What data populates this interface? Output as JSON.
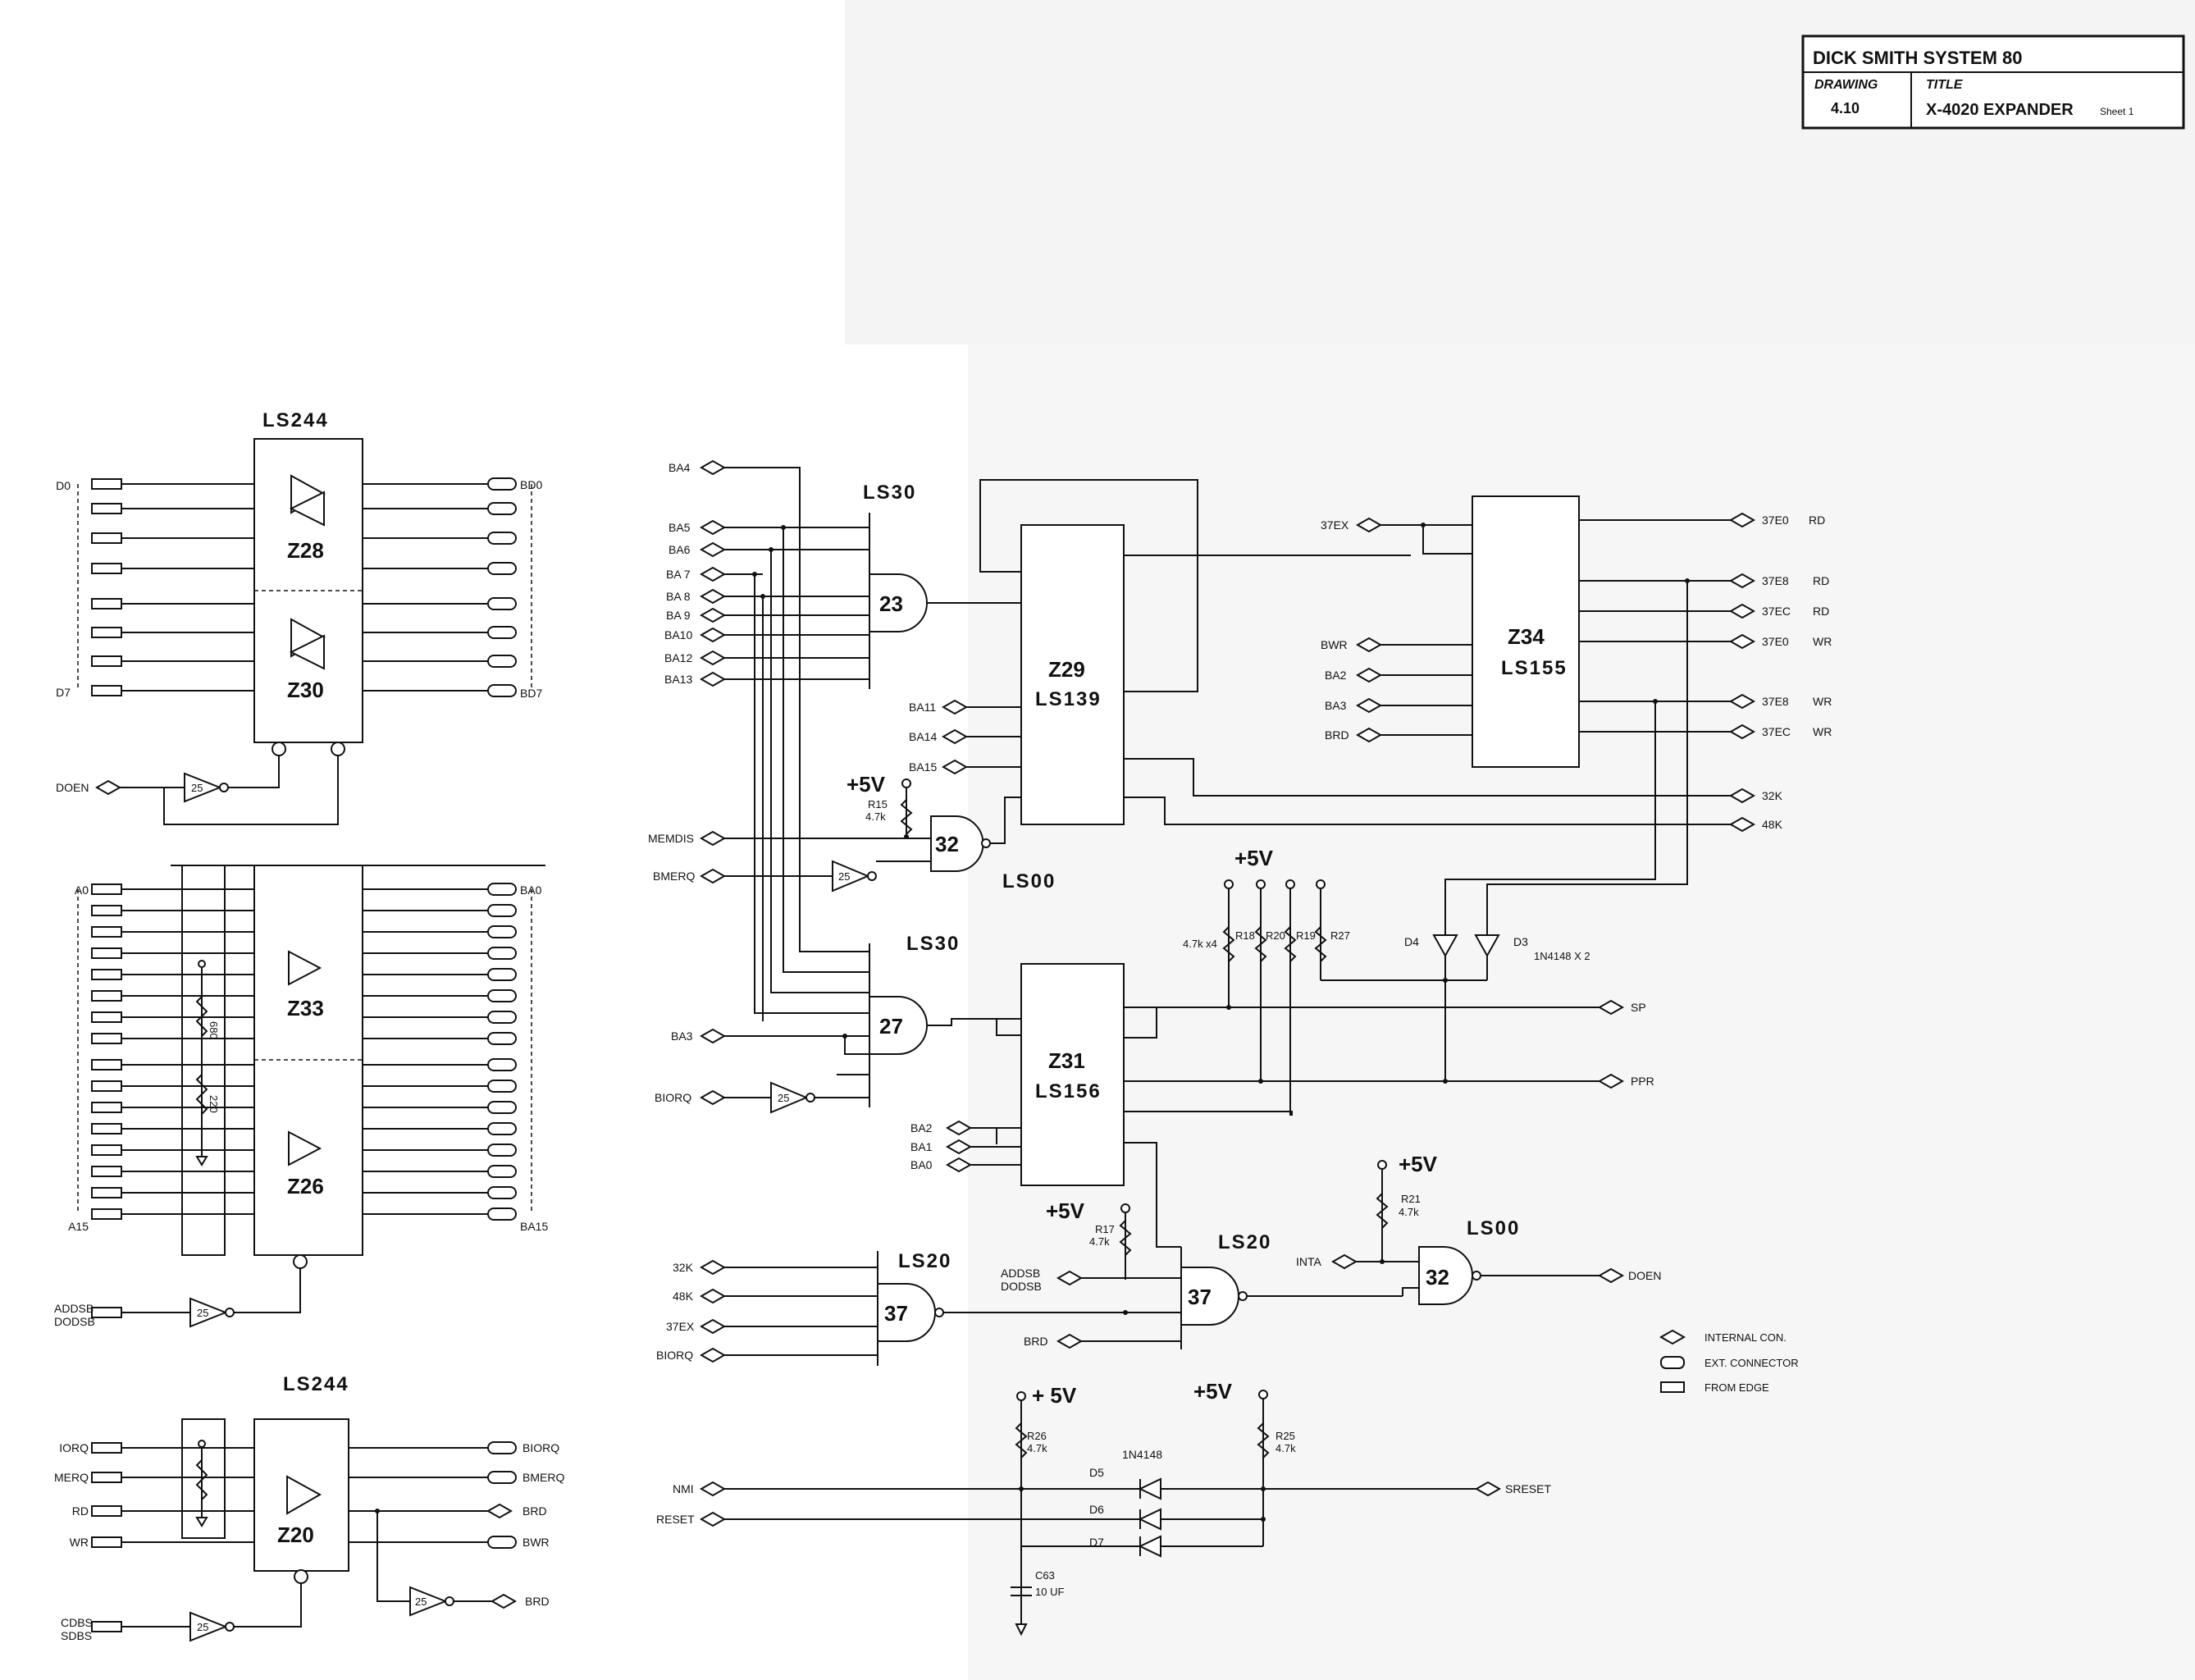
{
  "title_block": {
    "company": "DICK SMITH SYSTEM 80",
    "drawing_label": "DRAWING",
    "drawing_number": "4.10",
    "title_label": "TITLE",
    "title": "X-4020 EXPANDER",
    "sheet": "Sheet 1"
  },
  "blocks": {
    "ls244_top": {
      "type": "LS244",
      "chip_a": "Z28",
      "chip_b": "Z30"
    },
    "ls244_mid": {
      "chip_a": "Z33",
      "chip_b": "Z26"
    },
    "ls244_bottom": {
      "type": "LS244",
      "chip": "Z20"
    },
    "ls30_top": {
      "type": "LS30",
      "gate": "23"
    },
    "ls30_mid": {
      "type": "LS30",
      "gate": "27"
    },
    "ls00_top": {
      "type": "LS00",
      "gate": "32"
    },
    "ls00_right": {
      "type": "LS00",
      "gate": "32"
    },
    "ls20_left": {
      "type": "LS20",
      "gate": "37"
    },
    "ls20_right": {
      "type": "LS20",
      "gate": "37"
    },
    "z29": {
      "name": "Z29",
      "type": "LS139"
    },
    "z31": {
      "name": "Z31",
      "type": "LS156"
    },
    "z34": {
      "name": "Z34",
      "type": "LS155"
    }
  },
  "signals": {
    "top_left_inputs": [
      "D0",
      "D7"
    ],
    "top_right_outputs": [
      "BD0",
      "BD7"
    ],
    "doen": "DOEN",
    "mid_left_inputs": [
      "A0",
      "A15"
    ],
    "mid_right_outputs": [
      "BA0",
      "BA15"
    ],
    "addsb": "ADDSB",
    "dodsb": "DODSB",
    "bottom_left": [
      "IORQ",
      "MERQ",
      "RD",
      "WR"
    ],
    "bottom_right": [
      "BIORQ",
      "BMERQ",
      "BRD",
      "BWR"
    ],
    "cdbs": "CDBS",
    "sdbs": "SDBS",
    "brd_out": "BRD",
    "ba_inputs": [
      "BA4",
      "BA5",
      "BA6",
      "BA 7",
      "BA 8",
      "BA 9",
      "BA10",
      "BA12",
      "BA13"
    ],
    "z29_inputs": [
      "BA11",
      "BA14",
      "BA15"
    ],
    "memdis": "MEMDIS",
    "bmerq": "BMERQ",
    "ba3": "BA3",
    "biorq": "BIORQ",
    "z31_inputs": [
      "BA2",
      "BA1",
      "BA0"
    ],
    "z34_inputs": [
      "37EX",
      "BWR",
      "BA2",
      "BA3",
      "BRD"
    ],
    "z34_outputs": [
      "37E0",
      "37E8",
      "37EC",
      "37E0",
      "37E8",
      "37EC"
    ],
    "z34_output_modes": [
      "RD",
      "RD",
      "RD",
      "WR",
      "WR",
      "WR"
    ],
    "k_outputs": [
      "32K",
      "48K"
    ],
    "sp": "SP",
    "ppr": "PPR",
    "ls20_inputs": [
      "32K",
      "48K",
      "37EX",
      "BIORQ"
    ],
    "addsb_b": "ADDSB",
    "dodsb_b": "DODSB",
    "brd_b": "BRD",
    "inta": "INTA",
    "doen_out": "DOEN",
    "nmi": "NMI",
    "reset": "RESET",
    "sreset": "SRESET",
    "plus5v": "+5V",
    "plus5v_spaced": "+ 5V"
  },
  "components": {
    "r15": "R15",
    "r15_val": "4.7k",
    "r680": "680",
    "r220": "220",
    "r_pack": "4.7k x4",
    "r18": "R18",
    "r20": "R20",
    "r19": "R19",
    "r27": "R27",
    "d4": "D4",
    "d3": "D3",
    "diode_type": "1N4148 X 2",
    "r17": "R17",
    "r17_val": "4.7k",
    "r21": "R21",
    "r21_val": "4.7k",
    "r26": "R26",
    "r26_val": "4.7k",
    "r25": "R25",
    "r25_val": "4.7k",
    "d_type": "1N4148",
    "d5": "D5",
    "d6": "D6",
    "d7": "D7",
    "c63": "C63",
    "c63_val": "10 UF",
    "gate25": "25"
  },
  "legend": [
    {
      "symbol": "diamond",
      "label": "INTERNAL CON."
    },
    {
      "symbol": "rounded",
      "label": "EXT. CONNECTOR"
    },
    {
      "symbol": "rect",
      "label": "FROM EDGE"
    }
  ]
}
